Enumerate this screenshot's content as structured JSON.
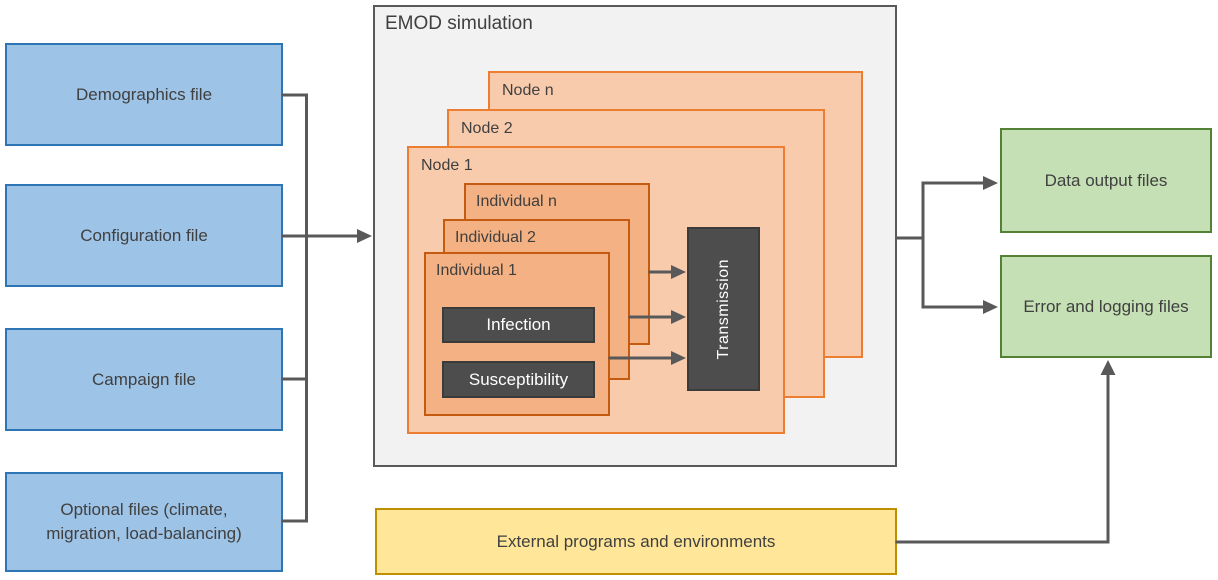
{
  "input_files": [
    {
      "label": "Demographics file"
    },
    {
      "label": "Configuration file"
    },
    {
      "label": "Campaign file"
    },
    {
      "label": "Optional files (climate, migration, load-balancing)"
    }
  ],
  "simulation": {
    "title": "EMOD simulation",
    "nodes": [
      {
        "label": "Node n"
      },
      {
        "label": "Node 2"
      },
      {
        "label": "Node 1"
      }
    ],
    "individuals": [
      {
        "label": "Individual n"
      },
      {
        "label": "Individual 2"
      },
      {
        "label": "Individual 1"
      }
    ],
    "individual_components": [
      {
        "label": "Infection"
      },
      {
        "label": "Susceptibility"
      }
    ],
    "node_component": {
      "label": "Transmission"
    }
  },
  "output_files": [
    {
      "label": "Data output files"
    },
    {
      "label": "Error and logging files"
    }
  ],
  "external": {
    "label": "External programs and environments"
  },
  "colors": {
    "input_fill": "#9DC3E6",
    "input_border": "#2E75B6",
    "panel_fill": "#F2F2F2",
    "panel_border": "#595959",
    "node_fill": "#F8CBAD",
    "node_border": "#ED7D31",
    "individual_fill": "#F4B183",
    "individual_border": "#C55A11",
    "component_fill": "#4D4D4D",
    "component_border": "#3B3B3B",
    "output_fill": "#C5E0B4",
    "output_border": "#538135",
    "external_fill": "#FFE699",
    "external_border": "#BF8F00",
    "connector": "#595959",
    "text": "#404040"
  }
}
